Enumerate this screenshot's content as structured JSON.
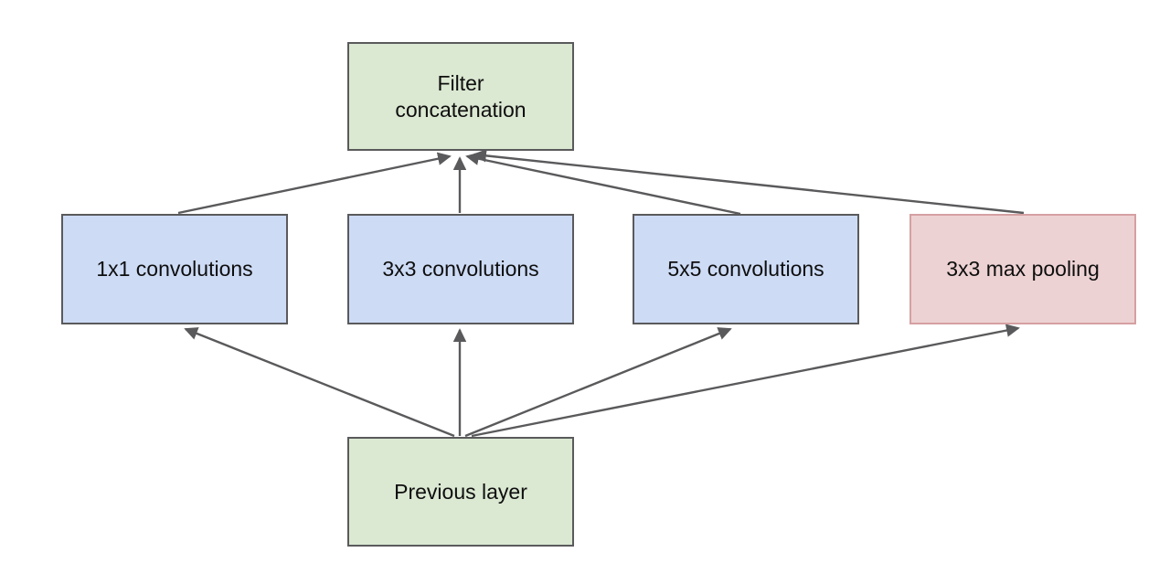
{
  "diagram": {
    "nodes": {
      "filter_concat": {
        "label": "Filter concatenation",
        "fill": "#dbe8d2"
      },
      "conv1": {
        "label": "1x1 convolutions",
        "fill": "#cddbf5"
      },
      "conv3": {
        "label": "3x3 convolutions",
        "fill": "#cddbf5"
      },
      "conv5": {
        "label": "5x5 convolutions",
        "fill": "#cddbf5"
      },
      "maxpool": {
        "label": "3x3 max pooling",
        "fill": "#edd2d3"
      },
      "prev": {
        "label": "Previous layer",
        "fill": "#dbe8d2"
      }
    },
    "edges": [
      {
        "from": "prev",
        "to": "conv1"
      },
      {
        "from": "prev",
        "to": "conv3"
      },
      {
        "from": "prev",
        "to": "conv5"
      },
      {
        "from": "prev",
        "to": "maxpool"
      },
      {
        "from": "conv1",
        "to": "filter_concat"
      },
      {
        "from": "conv3",
        "to": "filter_concat"
      },
      {
        "from": "conv5",
        "to": "filter_concat"
      },
      {
        "from": "maxpool",
        "to": "filter_concat"
      }
    ],
    "colors": {
      "green_fill": "#dbe8d2",
      "blue_fill": "#cddbf5",
      "pink_fill": "#edd2d3",
      "pink_border": "#d5a0a2",
      "gray_border": "#5a5a5c",
      "arrow": "#5a5a5c",
      "text": "#0e0e0e",
      "background": "#ffffff"
    }
  }
}
